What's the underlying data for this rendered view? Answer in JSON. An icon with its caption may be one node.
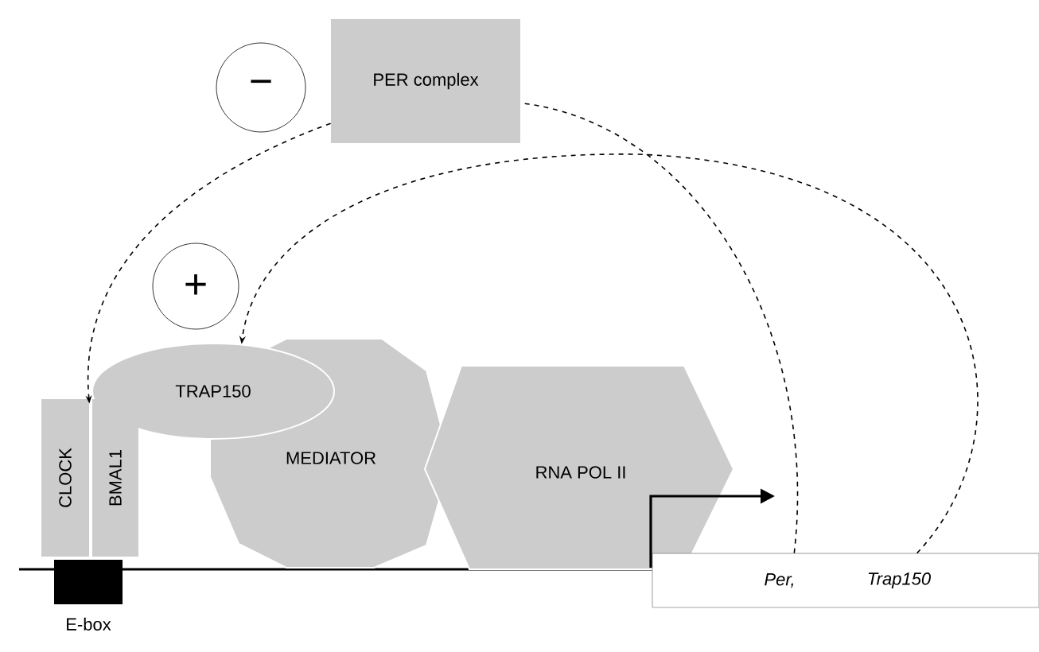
{
  "diagram": {
    "nodes": [
      {
        "text": [
          "PER complex"
        ]
      },
      {
        "text": [
          "−"
        ]
      },
      {
        "text": [
          "+"
        ]
      },
      {
        "text": [
          "TRAP150"
        ]
      },
      {
        "text": [
          "MEDIATOR"
        ]
      },
      {
        "text": [
          "RNA POL II"
        ]
      },
      {
        "text": [
          "CLOCK"
        ]
      },
      {
        "text": [
          "BMAL1"
        ]
      },
      {
        "text": [],
        "shape": "box",
        "beside": [
          "E-box"
        ]
      },
      {
        "text": [
          "Per,",
          "Trap150"
        ]
      }
    ],
    "edges": [
      {
        "from": 0,
        "to": 6,
        "arrow": "to",
        "style": "dashed"
      },
      {
        "from": 9,
        "to": 0,
        "arrow": "none",
        "style": "dashed"
      },
      {
        "from": 9,
        "to": 3,
        "arrow": "to",
        "style": "dashed"
      }
    ]
  }
}
